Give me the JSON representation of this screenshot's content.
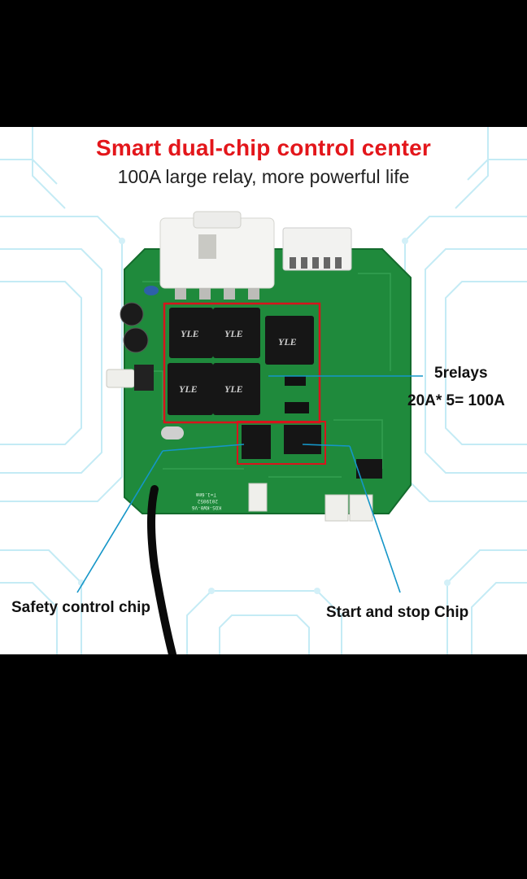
{
  "header": {
    "title": "Smart dual-chip control center",
    "subtitle": "100A large relay, more powerful life"
  },
  "callouts": {
    "relays_label": "5relays",
    "relays_formula": "20A* 5= 100A",
    "safety_chip": "Safety control chip",
    "start_stop_chip": "Start and stop Chip"
  },
  "board": {
    "relay_markings": [
      "YLE",
      "YLE",
      "YLE",
      "YLE",
      "YLE"
    ],
    "pcb_text": [
      "KOS-KW0-V6",
      "2019052",
      "T=1.6mm"
    ]
  },
  "colors": {
    "title": "#e3161b",
    "pcb": "#1f8a3c",
    "relay_box": "#d8141c",
    "callout_line": "#1596c8",
    "circuit_bg": "#bfe9f4"
  }
}
